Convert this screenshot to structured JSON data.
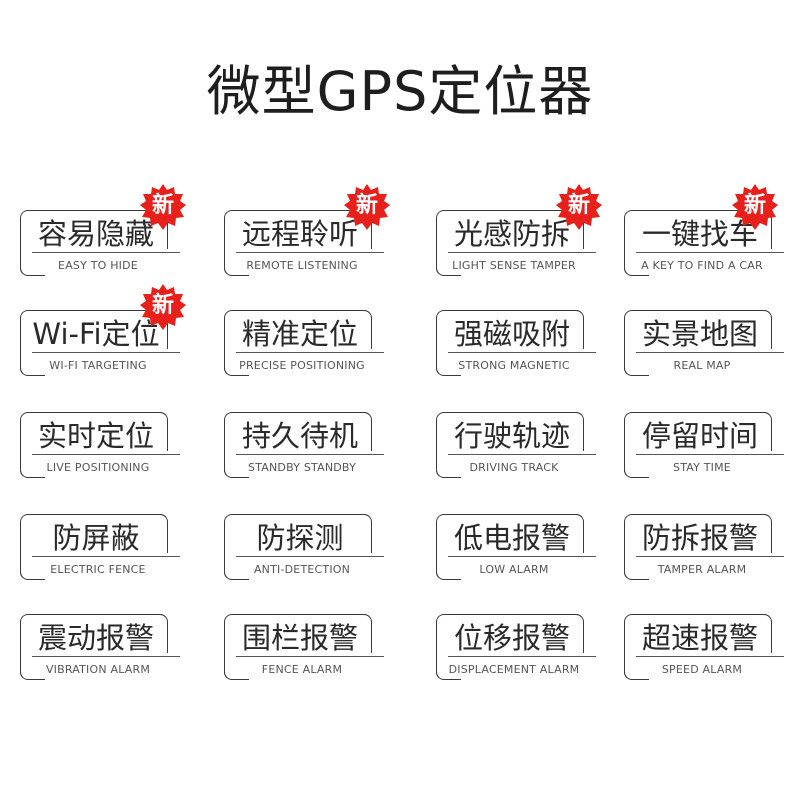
{
  "title": "微型GPS定位器",
  "badge_label": "新",
  "colors": {
    "badge": "#e8201c",
    "frame": "#3a3a3a",
    "text": "#2a2a2a"
  },
  "features": [
    {
      "cn": "容易隐藏",
      "en": "EASY TO HIDE",
      "is_new": true
    },
    {
      "cn": "远程聆听",
      "en": "REMOTE LISTENING",
      "is_new": true
    },
    {
      "cn": "光感防拆",
      "en": "LIGHT SENSE TAMPER",
      "is_new": true
    },
    {
      "cn": "一键找车",
      "en": "A KEY TO FIND A CAR",
      "is_new": true
    },
    {
      "cn": "Wi-Fi定位",
      "en": "WI-FI TARGETING",
      "is_new": true
    },
    {
      "cn": "精准定位",
      "en": "PRECISE POSITIONING",
      "is_new": false
    },
    {
      "cn": "强磁吸附",
      "en": "STRONG MAGNETIC",
      "is_new": false
    },
    {
      "cn": "实景地图",
      "en": "REAL MAP",
      "is_new": false
    },
    {
      "cn": "实时定位",
      "en": "LIVE POSITIONING",
      "is_new": false
    },
    {
      "cn": "持久待机",
      "en": "STANDBY STANDBY",
      "is_new": false
    },
    {
      "cn": "行驶轨迹",
      "en": "DRIVING TRACK",
      "is_new": false
    },
    {
      "cn": "停留时间",
      "en": "STAY TIME",
      "is_new": false
    },
    {
      "cn": "防屏蔽",
      "en": "ELECTRIC FENCE",
      "is_new": false
    },
    {
      "cn": "防探测",
      "en": "ANTI-DETECTION",
      "is_new": false
    },
    {
      "cn": "低电报警",
      "en": "LOW ALARM",
      "is_new": false
    },
    {
      "cn": "防拆报警",
      "en": "TAMPER ALARM",
      "is_new": false
    },
    {
      "cn": "震动报警",
      "en": "VIBRATION ALARM",
      "is_new": false
    },
    {
      "cn": "围栏报警",
      "en": "FENCE ALARM",
      "is_new": false
    },
    {
      "cn": "位移报警",
      "en": "DISPLACEMENT ALARM",
      "is_new": false
    },
    {
      "cn": "超速报警",
      "en": "SPEED ALARM",
      "is_new": false
    }
  ]
}
